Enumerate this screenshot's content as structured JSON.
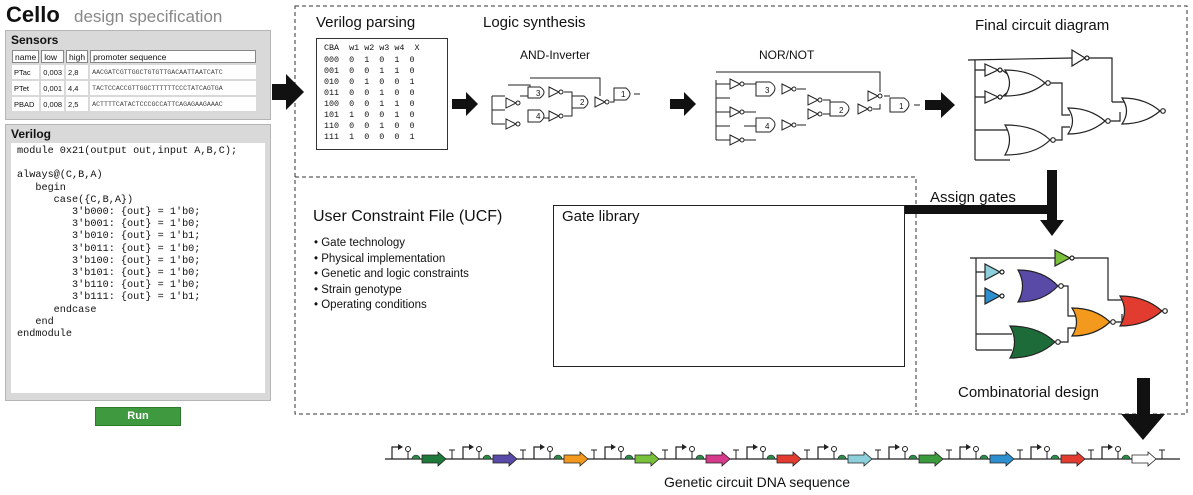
{
  "header": {
    "app_name": "Cello",
    "subtitle": "design specification"
  },
  "sensors": {
    "title": "Sensors",
    "columns": [
      "name",
      "low",
      "high",
      "promoter sequence"
    ],
    "rows": [
      {
        "name": "PTac",
        "low": "0,003",
        "high": "2,8",
        "seq": "AACGATCGTTGGCTGTGTTGACAATTAATCATC"
      },
      {
        "name": "PTet",
        "low": "0,001",
        "high": "4,4",
        "seq": "TACTCCACCGTTGGCTTTTTTCCCTATCAGTGA"
      },
      {
        "name": "PBAD",
        "low": "0,008",
        "high": "2,5",
        "seq": "ACTTTTCATACTCCCGCCATTCAGAGAAGAAAC"
      }
    ]
  },
  "verilog": {
    "title": "Verilog",
    "code": "module 0x21(output out,input A,B,C);\n\nalways@(C,B,A)\n   begin\n      case({C,B,A})\n         3'b000: {out} = 1'b0;\n         3'b001: {out} = 1'b0;\n         3'b010: {out} = 1'b1;\n         3'b011: {out} = 1'b0;\n         3'b100: {out} = 1'b0;\n         3'b101: {out} = 1'b0;\n         3'b110: {out} = 1'b0;\n         3'b111: {out} = 1'b1;\n      endcase\n   end\nendmodule",
    "run_label": "Run"
  },
  "stages": {
    "verilog_parsing": "Verilog parsing",
    "logic_synthesis": "Logic synthesis",
    "and_inverter": "AND-Inverter",
    "nor_not": "NOR/NOT",
    "final_circuit": "Final circuit diagram",
    "assign_gates": "Assign gates",
    "combinatorial": "Combinatorial design",
    "dna_sequence": "Genetic circuit DNA sequence"
  },
  "truth_table": {
    "header": "CBA  w1 w2 w3 w4  X",
    "rows": [
      "000  0  1  0  1  0",
      "001  0  0  1  1  0",
      "010  0  1  0  0  1",
      "011  0  0  1  0  0",
      "100  0  0  1  1  0",
      "101  1  0  0  1  0",
      "110  0  0  1  0  0",
      "111  1  0  0  0  1"
    ]
  },
  "and_inverter_gates": [
    "3",
    "4",
    "2",
    "1"
  ],
  "nor_not_gates": [
    "3",
    "4",
    "2",
    "1"
  ],
  "ucf": {
    "title": "User Constraint File (UCF)",
    "items": [
      "Gate technology",
      "Physical implementation",
      "Genetic and logic constraints",
      "Strain genotype",
      "Operating conditions"
    ]
  },
  "gate_library": {
    "title": "Gate library",
    "colors": [
      [
        "#8ecfdc",
        "#d63a8c",
        "#f39a1e"
      ],
      [
        "#2e8fcf",
        "#c44aa0",
        "#79c13a"
      ],
      [
        "#5a4aa8",
        "#e8453a",
        "#3b9a3b"
      ],
      [
        "#8a3fa0",
        "#e23b2f",
        "#1e6b3a"
      ]
    ],
    "curve_colors": [
      [
        "#4fa8c8",
        "#d63a8c",
        "#f39a1e"
      ],
      [
        "#2e8fcf",
        "#e04aa8",
        "#79c13a"
      ],
      [
        "#5a4aa8",
        "#e8453a",
        "#3b9a3b"
      ],
      [
        "#8a3fa0",
        "#e23b2f",
        "#1e6b3a"
      ]
    ]
  },
  "colored_circuit": {
    "not_top": "#79c13a",
    "not_a": "#8ecfdc",
    "not_b": "#2e8fcf",
    "nor_top": "#5a4aa8",
    "nor_bottom": "#1e6b3a",
    "nor_mid": "#f39a1e",
    "nor_out": "#e23b2f"
  },
  "dna_parts": [
    "#1e7a3a",
    "#5a4aa8",
    "#f39a1e",
    "#79c13a",
    "#d63a8c",
    "#e23b2f",
    "#8ecfdc",
    "#3b9a3b",
    "#2e8fcf",
    "#e23b2f",
    "#ffffff"
  ]
}
